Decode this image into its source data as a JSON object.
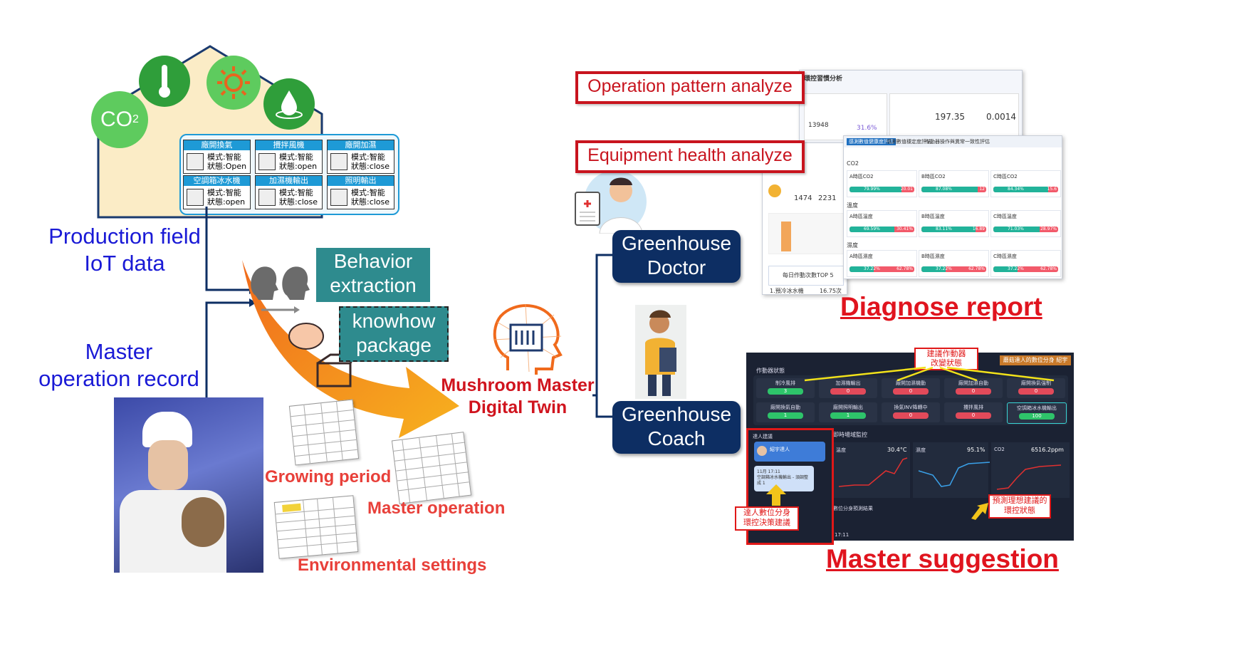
{
  "left": {
    "co2_label": "CO",
    "co2_sub": "2",
    "devices": [
      {
        "title": "廠開換氣",
        "mode": "模式:智能",
        "state": "狀態:Open"
      },
      {
        "title": "攪拌風機",
        "mode": "模式:智能",
        "state": "狀態:open"
      },
      {
        "title": "廠開加濕",
        "mode": "模式:智能",
        "state": "狀態:close"
      },
      {
        "title": "空調箱冰水機",
        "mode": "模式:智能",
        "state": "狀態:open"
      },
      {
        "title": "加濕機輸出",
        "mode": "模式:智能",
        "state": "狀態:close"
      },
      {
        "title": "照明輸出",
        "mode": "模式:智能",
        "state": "狀態:close"
      }
    ],
    "production_label_1": "Production field",
    "production_label_2": "IoT data",
    "master_label_1": "Master",
    "master_label_2": "operation record",
    "behavior_1": "Behavior",
    "behavior_2": "extraction",
    "knowhow_1": "knowhow",
    "knowhow_2": "package",
    "growing_period": "Growing period",
    "master_operation": "Master operation",
    "environmental_settings": "Environmental settings"
  },
  "center": {
    "twin_1": "Mushroom Master",
    "twin_2": "Digital Twin"
  },
  "right": {
    "op_pattern": "Operation  pattern analyze",
    "equip_health": "Equipment health analyze",
    "doctor_1": "Greenhouse",
    "doctor_2": "Doctor",
    "coach_1": "Greenhouse",
    "coach_2": "Coach",
    "diagnose_report": "Diagnose report",
    "master_suggestion": "Master suggestion",
    "report": {
      "title": "環控習慣分析",
      "value1": "197.35",
      "value2": "0.0014",
      "count": "13948",
      "pct": "31.6%",
      "co2_a": "1474",
      "co2_b": "2231",
      "tab1": "感測數值健康度評估",
      "tab2": "感測數值穩定度評估",
      "tab3": "作動器操作與異常一致性評估",
      "section_co2": "CO2",
      "section_temp": "溫度",
      "section_hum": "濕度",
      "rows": [
        [
          "A時區CO2",
          "79.99%",
          "20.01"
        ],
        [
          "B時區CO2",
          "87.08%",
          "12"
        ],
        [
          "C時區CO2",
          "84.34%",
          "15.6"
        ],
        [
          "A時區溫度",
          "69.59%",
          "30.41%"
        ],
        [
          "B時區溫度",
          "83.11%",
          "16.89"
        ],
        [
          "C時區溫度",
          "71.03%",
          "28.97%"
        ],
        [
          "A時區濕度",
          "37.22%",
          "62.78%"
        ],
        [
          "B時區濕度",
          "37.22%",
          "62.78%"
        ],
        [
          "C時區濕度",
          "37.22%",
          "62.78%"
        ]
      ],
      "top5": "每日作動次數TOP 5",
      "top5_item": "1.預冷冰水機",
      "top5_val": "16.75次"
    },
    "dash": {
      "banner": "蘑菇達人的數位分身 紹宇",
      "callout_top_1": "建議作動器",
      "callout_top_2": "改變狀態",
      "section_actuators": "作動器狀態",
      "actuators": [
        {
          "name": "制冷風排",
          "val": "3"
        },
        {
          "name": "加濕機輸出",
          "val": "0"
        },
        {
          "name": "廠開加濕機動",
          "val": "0"
        },
        {
          "name": "廠開加濕自動",
          "val": "0"
        },
        {
          "name": "廠開換氣強制",
          "val": "0"
        },
        {
          "name": "廠開換氣自動",
          "val": "1"
        },
        {
          "name": "廠開照明輸出",
          "val": "1"
        },
        {
          "name": "換氣INV降轉中",
          "val": "0"
        },
        {
          "name": "攪拌風排",
          "val": "0"
        },
        {
          "name": "空調箱冰水機輸出",
          "val": "100"
        }
      ],
      "section_suggest": "達人建議",
      "section_monitor": "即時場域監控",
      "avatar_name": "紹宇達人",
      "chat_time": "11月 17:11",
      "chat_text": "空調箱冰水機輸出 - 須調整成 1",
      "temp_label": "溫度",
      "temp_val": "30.4°C",
      "hum_label": "濕度",
      "hum_val": "95.1%",
      "co2_label": "CO2",
      "co2_val": "6516.2ppm",
      "section_predict": "數位分身預測結果",
      "predict_time": "17:11",
      "callout_left_1": "達人數位分身",
      "callout_left_2": "環控決策建議",
      "callout_right_1": "預測理想建議的",
      "callout_right_2": "環控狀態"
    }
  },
  "colors": {
    "blue_text": "#1a1ad6",
    "navy_box": "#0d2e63",
    "teal_box": "#2e8b8e",
    "red": "#e0141e",
    "green_circle": "#2f9e3a"
  }
}
